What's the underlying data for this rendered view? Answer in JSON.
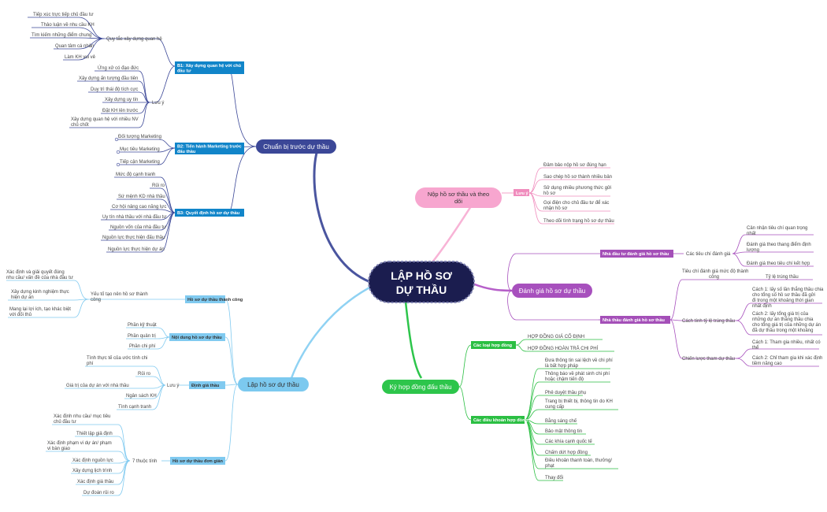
{
  "colors": {
    "root_fill": "#1b1d4f",
    "root_border": "#7c7faf",
    "navy": "#3b4797",
    "pink": "#f7a6cf",
    "purple": "#a750bd",
    "green": "#2dc54b",
    "lightblue": "#7cc9ef",
    "blue_label": "#1185c9",
    "green_label": "#2bbf43",
    "purple_label": "#a44fb8",
    "pink_label": "#f08cbd",
    "lightblue_label": "#80caf0"
  },
  "root": {
    "line1": "LẬP HỒ SƠ",
    "line2": "DỰ THẦU"
  },
  "branches": {
    "prep": {
      "title": "Chuẩn bị trước dự thầu",
      "b1": {
        "label_l1": "B1: Xây dựng quan hệ với chủ",
        "label_l2": "đầu tư",
        "rules_title": "Quy tắc xây dựng quan hệ",
        "rules": [
          "Tiếp xúc trực tiếp chủ đầu tư",
          "Thảo luận về nhu cầu KH",
          "Tìm kiếm những điểm chung",
          "Quan tâm cá nhân",
          "Làm KH vui vẻ"
        ],
        "notes_title": "Lưu ý",
        "notes": [
          "Ứng xử có đạo đức",
          "Xây dựng ấn tượng đầu tiên",
          "Duy trì thái độ tích cực",
          "Xây dựng uy tín",
          "Đặt KH lên trước"
        ],
        "notes_last_l1": "Xây dựng quan hệ với nhiều NV",
        "notes_last_l2": "chủ chốt"
      },
      "b2": {
        "label_l1": "B2: Tiến hành Marketing trước",
        "label_l2": "đấu thầu",
        "items": [
          "Đối tượng Marketing",
          "Mục tiêu Marketing",
          "Tiếp cận Marketing"
        ]
      },
      "b3": {
        "label": "B3: Quyết định hồ sơ dự thầu",
        "items": [
          "Mức độ cạnh tranh",
          "Rủi ro",
          "Sứ mệnh KD nhà thầu",
          "Cơ hội nâng cao năng lực",
          "Uy tín nhà thầu với nhà đầu tư",
          "Nguồn vốn của nhà đầu tư",
          "Nguồn lực thực hiện đấu thầu",
          "Nguồn lực thực hiện dự án"
        ]
      }
    },
    "submit": {
      "title_l1": "Nộp hồ sơ thầu và theo",
      "title_l2": "dõi",
      "note_label": "Lưu ý",
      "items": [
        "Đảm bảo nộp hồ sơ đúng hạn",
        "Sao chép hồ sơ thành nhiều bản"
      ],
      "multi1_l1": "Sử dụng nhiều phương thức gửi",
      "multi1_l2": "hồ sơ",
      "multi2_l1": "Gọi điện cho chủ đầu tư để xác",
      "multi2_l2": "nhận hồ sơ",
      "last": "Theo dõi tình trạng hồ sơ dự thầu"
    },
    "eval": {
      "title": "Đánh giá hồ sơ dự thầu",
      "investor_label": "Nhà đầu tư đánh giá hồ sơ thầu",
      "criteria_title": "Các tiêu chí đánh giá",
      "c1_l1": "Cân nhận tiêu chí quan trọng",
      "c1_l2": "nhất",
      "c2_l1": "Đánh giá theo thang điểm định",
      "c2_l2": "lượng",
      "c3": "Đánh giá theo tiêu chí kết hợp",
      "contractor_label": "Nhà thầu đánh giá hồ sơ thầu",
      "level_l1": "Tiêu chí đánh giá mức độ thành",
      "level_l2": "công",
      "rate": "Tỷ lệ trúng thầu",
      "calc_title": "Cách tính tỷ lệ trúng thầu",
      "calc1": [
        "Cách 1: lấy số lần thắng thầu chia",
        "cho tổng số hồ sơ thầu đã gửi",
        "đi trong một khoảng thời gian",
        "nhất định"
      ],
      "calc2": [
        "Cách 2: lấy tổng giá trị của",
        "những dự án thắng thầu chia",
        "cho tổng giá trị của những dự án",
        "đã dự thầu trong một khoảng"
      ],
      "strat_title": "Chiến lược tham dự thầu",
      "strat1_l1": "Cách 1: Tham gia nhiều, nhất có",
      "strat1_l2": "thể",
      "strat2_l1": "Cách 2: Chỉ tham gia khi xác định",
      "strat2_l2": "tiềm năng cao"
    },
    "contract": {
      "title": "Ký hợp đồng đấu thầu",
      "types_label": "Các loại hợp đồng",
      "types": [
        "HỢP ĐỒNG GIÁ CỐ ĐỊNH",
        "HỢP ĐỒNG HOÀN TRẢ CHI PHÍ"
      ],
      "terms_label": "Các điều khoản hợp đồng",
      "t1_l1": "Đưa thông tin sai lệch về chi phí",
      "t1_l2": "là bất hợp pháp",
      "t2_l1": "Thông báo về phát sinh chi phí",
      "t2_l2": "hoặc chậm tiến độ",
      "t3": "Phê duyệt thầu phụ",
      "t4_l1": "Trang bị thiết bị, thông tin do KH",
      "t4_l2": "cung cấp",
      "t5": "Bằng sáng chế",
      "t6": "Bảo mật thông tin",
      "t7": "Các khía cạnh quốc tế",
      "t8": "Chấm dứt hợp đồng",
      "t9_l1": "Điều khoản thanh toán, thưởng/",
      "t9_l2": "phạt",
      "t10": "Thay đổi"
    },
    "prepare": {
      "title": "Lập hồ sơ dự thầu",
      "success_label": "Hồ sơ dự thầu thành công",
      "factor_l1": "Yếu tố tạo nên hồ sơ thành",
      "factor_l2": "công",
      "f1_l1": "Xác định và giải quyết đúng",
      "f1_l2": "nhu cầu/ vấn đề của nhà đầu tư",
      "f2_l1": "Xây dựng kinh nghiệm thực",
      "f2_l2": "hiện dự án",
      "f3_l1": "Mang lại lợi ích, tạo khác biệt",
      "f3_l2": "với đối thủ",
      "content_label": "Nội dung hồ sơ dự thầu",
      "content": [
        "Phần kỹ thuật",
        "Phần quản trị",
        "Phần chi phí"
      ],
      "price_label": "Định giá thầu",
      "price_note": "Lưu ý",
      "p1_l1": "Tính thực tế của ước tính chi",
      "p1_l2": "phí",
      "p2": "Rủi ro",
      "p3": "Giá trị của dự án với nhà thầu",
      "p4": "Ngân sách KH",
      "p5": "Tình cạnh tranh",
      "simple_label": "Hồ sơ dự thầu đơn giản",
      "seven": "7 thuộc tính",
      "s1_l1": "Xác định nhu cầu/ mục tiêu",
      "s1_l2": "chủ đầu tư",
      "s2": "Thiết lập giả định",
      "s3_l1": "Xác định phạm vi dự án/ phạm",
      "s3_l2": "vi bàn giao",
      "s4": "Xác định nguồn lực",
      "s5": "Xây dựng lịch trình",
      "s6": "Xác định giá thầu",
      "s7": "Dự đoán rủi ro"
    }
  }
}
